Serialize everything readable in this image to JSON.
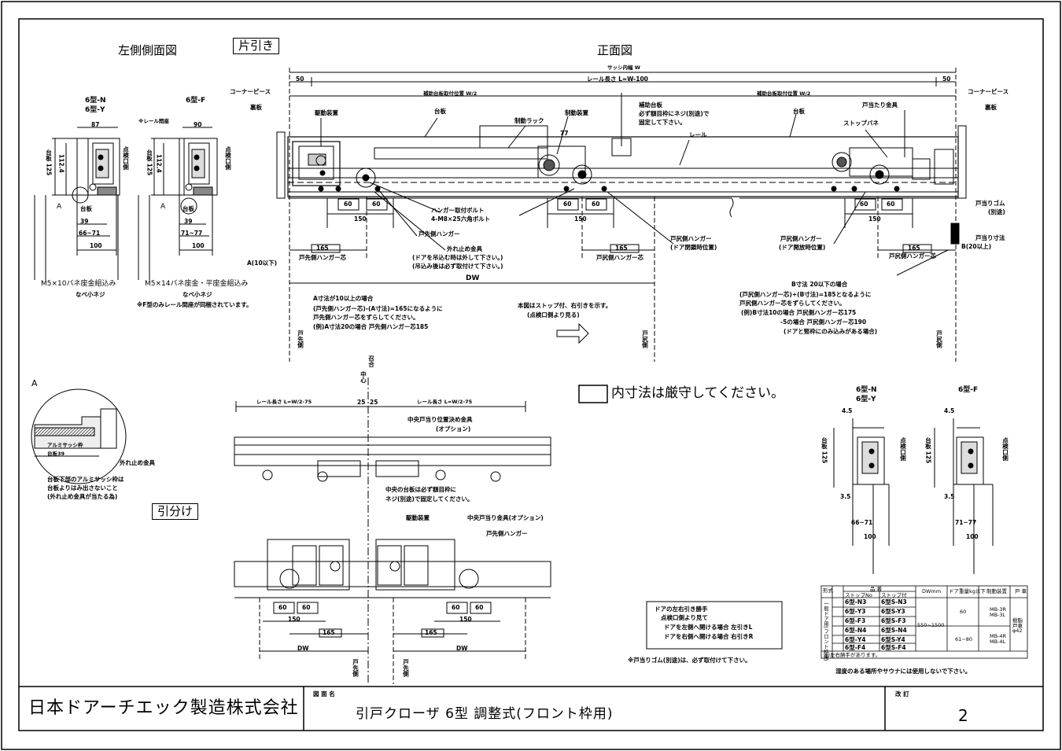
{
  "titles": {
    "left_side_view": "左側側面図",
    "single_type": "片引き",
    "front_view": "正面図",
    "bi_parting": "引分け",
    "detail_A": "A"
  },
  "top_dims": {
    "sash_inner_w": "サッシ内幅 W",
    "rail_len": "レール長さ L=W-100",
    "fifty_left": "50",
    "fifty_right": "50",
    "aux_left": "補助台板取付位置 W/2",
    "aux_right": "補助台板取付位置 W/2",
    "corner_left": "コーナーピース",
    "corner_right": "コーナーピース",
    "back_left": "裏板",
    "back_right": "裏板"
  },
  "front_labels": {
    "drive": "駆動装置",
    "base_left": "台板",
    "base_right": "台板",
    "brake_rack": "制動ラック",
    "brake_dev": "制動装置",
    "seventy_seven": "77",
    "aux_base": "補助台板",
    "aux_note1": "必ず額目枠にネジ(別途)で",
    "aux_note2": "固定して下さい。",
    "rail": "レール",
    "stopper_fitting": "戸当たり金具",
    "stopper_spring": "ストップバネ",
    "hanger_bolt1": "ハンガー取付ボルト",
    "hanger_bolt2": "4-M8×25六角ボルト",
    "front_hanger": "戸先側ハンガー",
    "derail1": "外れ止め金具",
    "derail2": "(ドアを吊込む時は外して下さい。)",
    "derail3": "(吊込み後は必ず取付けて下さい。)",
    "rear_hanger_closed1": "戸尻側ハンガー",
    "rear_hanger_closed2": "(ドア閉鎖時位置)",
    "rear_hanger_open1": "戸尻側ハンガー",
    "rear_hanger_open2": "(ドア開放時位置)",
    "door_rubber1": "戸当りゴム",
    "door_rubber2": "(別途)",
    "door_stop1": "戸当り寸法",
    "door_stop2": "B(20以上)",
    "a_dim": "A(10以下)",
    "dw": "DW",
    "d60a": "60",
    "d60b": "60",
    "d150a": "150",
    "d60c": "60",
    "d60d": "60",
    "d150b": "150",
    "d60e": "60",
    "d60f": "60",
    "d150c": "150",
    "d165a": "165",
    "d165b": "165",
    "d165c": "165",
    "core_front": "戸先側ハンガー芯",
    "core_rear": "戸尻側ハンガー芯",
    "core_rear2": "戸尻側ハンガー芯",
    "door_tip": "戸先側",
    "door_tail": "戸尻側",
    "door_tail2": "戸尻側"
  },
  "notes_a": [
    "A寸法が10以上の場合",
    "(戸先側ハンガー芯)-(A寸法)=165になるように",
    "戸先側ハンガー芯をずらしてください。",
    "(例)A寸法20の場合 戸先側ハンガー芯185"
  ],
  "notes_view": [
    "本図はストップ付、右引きを示す。",
    "(点検口側より見る)"
  ],
  "notes_b": [
    "B寸法 20以下の場合",
    "(戸尻側ハンガー芯)+(B寸法)=185となるように",
    "戸尻側ハンガー芯をずらしてください。",
    "(例)B寸法10の場合 戸尻側ハンガー芯175",
    "-5の場合 戸尻側ハンガー芯190",
    "(ドアと竪枠にのみ込みがある場合)"
  ],
  "side_views": {
    "n_title1": "6型-N",
    "n_title2": "6型-Y",
    "f_title": "6型-F",
    "w87": "87",
    "w90": "90",
    "rail_gap": "※レール間座",
    "h125a": "台板 125",
    "h1124a": "112.4",
    "h125b": "台板 125",
    "h1124b": "112.4",
    "inspect_a": "点検口側",
    "inspect_b": "点検口側",
    "a1": "A",
    "a2": "A",
    "base_a": "台板",
    "base_b": "台板",
    "d39a": "39",
    "d39b": "39",
    "r66": "66~71",
    "r71": "71~77",
    "d100a": "100",
    "d100b": "100",
    "screw_n1": "M5×10バネ座金組込み",
    "screw_n2": "なべ小ネジ",
    "screw_f1": "M5×14バネ座金・平座金組込み",
    "screw_f2": "なべ小ネジ",
    "f_note": "※F型のみレール間座が同梱されています。"
  },
  "detail": {
    "sash_frame": "アルミサッシ枠",
    "base39": "台板39",
    "derail": "外れ止め金具",
    "note1": "台板下部のアルミサッシ枠は",
    "note2": "台板よりはみ出さないこと",
    "note3": "(外れ止め金具が当たる為)"
  },
  "bi": {
    "center1": "召合",
    "center2": "中心",
    "rail_left": "レール長さ L=W/2-75",
    "rail_right": "レール長さ L=W/2-75",
    "d25a": "25",
    "d25b": "25",
    "center_fit1": "中央戸当り位置決め金具",
    "center_fit2": "(オプション)",
    "center_base1": "中央の台板は必ず額目枠に",
    "center_base2": "ネジ(別途)で固定してください。",
    "drive": "駆動装置",
    "center_stop": "中央戸当り金具(オプション)",
    "front_hanger": "戸先側ハンガー",
    "d60a": "60",
    "d60b": "60",
    "d150a": "150",
    "d60c": "60",
    "d60d": "60",
    "d150b": "150",
    "d165a": "165",
    "d165b": "165",
    "dw1": "DW",
    "dw2": "DW",
    "tip1": "戸先側",
    "tip2": "戸先側"
  },
  "strict": "内寸法は厳守してください。",
  "right_views": {
    "n_title1": "6型-N",
    "n_title2": "6型-Y",
    "f_title": "6型-F",
    "d45a": "4.5",
    "d45b": "4.5",
    "h125a": "台板 125",
    "h125b": "台板 125",
    "inspect_a": "点検口側",
    "inspect_b": "点検口側",
    "d35a": "3.5",
    "d35b": "3.5",
    "r66": "66~71",
    "r71": "71~77",
    "d100a": "100",
    "d100b": "100"
  },
  "hand_box": [
    "ドアの左右引き勝手",
    "点検口側より見て",
    "ドアを左側へ開ける場合 左引きL",
    "ドアを右側へ開ける場合 右引きR"
  ],
  "rubber_note": "※戸当りゴム(別途)は、必ず取付けて下さい。",
  "spec_table": {
    "h_type": "形式",
    "h_sym": "品 番",
    "h_stop": "ストップNo",
    "h_stop2": "ストップ付",
    "h_dw": "DWmm",
    "h_weight": "ドア重量kg以下",
    "h_brake": "制動装置",
    "h_door": "戸 車",
    "side": "一般ドア用(フロント枠用)",
    "rows": [
      [
        "6型-N3",
        "6型S-N3"
      ],
      [
        "6型-Y3",
        "6型S-Y3"
      ],
      [
        "6型-F3",
        "6型S-F3"
      ],
      [
        "6型-N4",
        "6型S-N4"
      ],
      [
        "6型-Y4",
        "6型S-Y4"
      ],
      [
        "6型-F4",
        "6型S-F4"
      ]
    ],
    "dw_range": "550~1500",
    "w1": "60",
    "w2": "61~80",
    "brake1": "MB-3R MB-3L",
    "brake2": "MB-4R MB-4L",
    "wheel": "樹脂戸車 φ42",
    "footnote": "注)左右勝手があります。"
  },
  "steam_note": "湿度のある場所やサウナには使用しないで下さい。",
  "title_block": {
    "company": "日本ドアーチエック製造株式会社",
    "drawing_label": "図 面 名",
    "drawing_name": "引戸クローザ 6型 調整式(フロント枠用)",
    "rev_label": "改 訂",
    "rev": "2"
  }
}
